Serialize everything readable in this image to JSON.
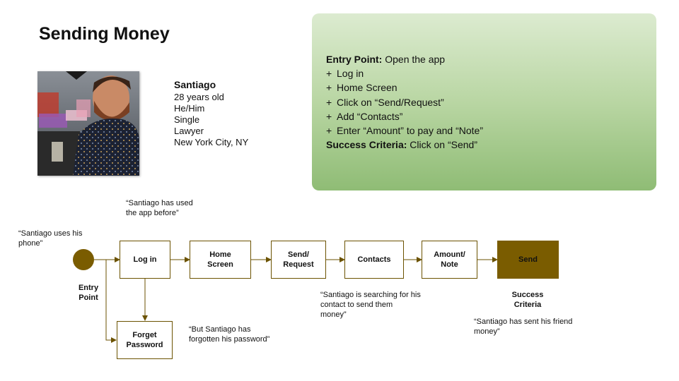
{
  "page": {
    "title": "Sending Money"
  },
  "persona": {
    "name": "Santiago",
    "details": [
      "28 years old",
      "He/Him",
      "Single",
      "Lawyer",
      "New York City, NY"
    ]
  },
  "task": {
    "entry_label": "Entry Point:",
    "entry_value": " Open the app",
    "steps": [
      "Log in",
      "Home Screen",
      "Click on “Send/Request”",
      "Add “Contacts”",
      "Enter “Amount” to pay and “Note”"
    ],
    "success_label": "Success Criteria:",
    "success_value": " Click on “Send”"
  },
  "flow": {
    "start_label_1": "Entry",
    "start_label_2": "Point",
    "nodes": {
      "login": "Log in",
      "home_1": "Home",
      "home_2": "Screen",
      "send_1": "Send/",
      "send_2": "Request",
      "contacts": "Contacts",
      "amount_1": "Amount/",
      "amount_2": "Note",
      "send_final": "Send",
      "forget_1": "Forget",
      "forget_2": "Password"
    },
    "end_label_1": "Success",
    "end_label_2": "Criteria"
  },
  "notes": {
    "phone_1": "“Santiago uses his",
    "phone_2": "phone”",
    "used_1": "“Santiago has used",
    "used_2": "the app before”",
    "forgot_1": "“But Santiago has",
    "forgot_2": "forgotten his password”",
    "search_1": "“Santiago is searching for his",
    "search_2": "contact  to  send them",
    "search_3": "money”",
    "sent_1": "“Santiago has sent his friend",
    "sent_2": "money”"
  },
  "colors": {
    "accent": "#7a5c00",
    "task_box_top": "#dcebd0",
    "task_box_bottom": "#8fbc75"
  }
}
